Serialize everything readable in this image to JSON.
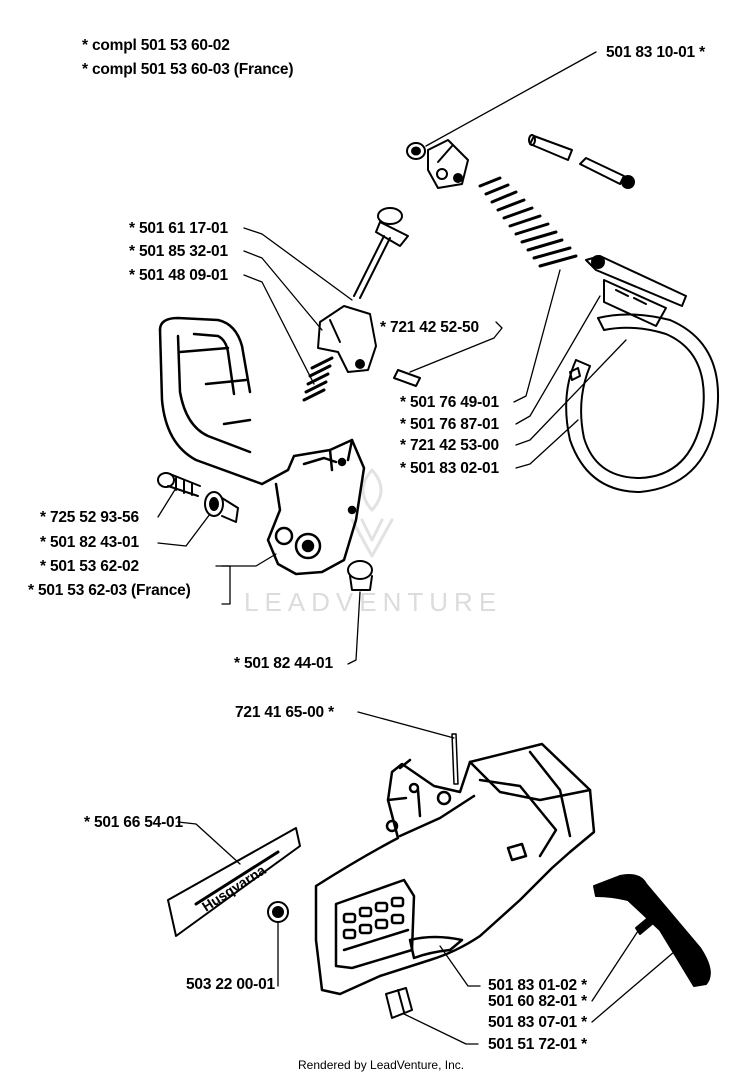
{
  "header": {
    "note1": "*  compl 501 53 60-02",
    "note2": "*   compl 501 53 60-03 (France)"
  },
  "labels": {
    "p501831001": "501 83 10-01  *",
    "p501611701": "*  501 61 17-01",
    "p501853201": "*  501 85 32-01",
    "p501480901": "*  501 48 09-01",
    "p721425250": "*  721 42 52-50",
    "p501764901": "*  501 76 49-01",
    "p501768701": "*  501 76 87-01",
    "p721425300": "*  721 42 53-00",
    "p501830201": "*  501 83 02-01",
    "p725529356": "*  725 52 93-56",
    "p501824301": "*  501 82 43-01",
    "p501536202": "*  501 53 62-02",
    "p501536203": "*  501 53 62-03 (France)",
    "p501824401": "*  501 82 44-01",
    "p721416500": "721 41 65-00  *",
    "p501665401": "*  501 66 54-01",
    "p503220001": "503 22 00-01",
    "p501830102": "501 83 01-02  *",
    "p501608201": "501 60 82-01  *",
    "p501830701": "501 83 07-01  *",
    "p501517201": "501 51 72-01  *"
  },
  "decal_text": "Husqvarna",
  "watermark": "LEADVENTURE",
  "footer": "Rendered by LeadVenture, Inc.",
  "colors": {
    "ink": "#000000",
    "watermark": "#dcdcdc"
  }
}
